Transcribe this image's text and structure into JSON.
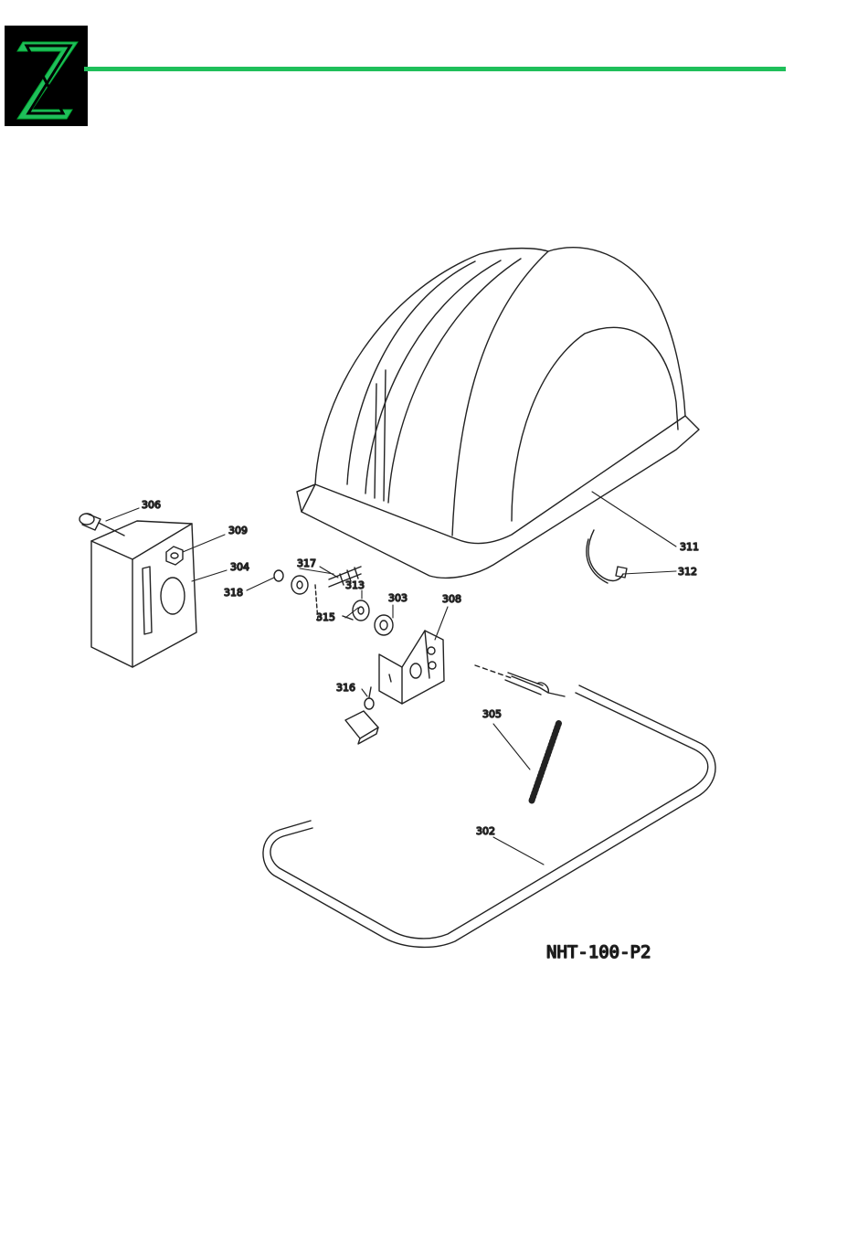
{
  "colors": {
    "logo_bg": "#000000",
    "logo_mark": "#1fbf5a",
    "rule": "#1fbf5a",
    "line": "#222222"
  },
  "drawing_code": "NHT-100-P2",
  "parts": {
    "p302": "302",
    "p303": "303",
    "p304": "304",
    "p305": "305",
    "p306": "306",
    "p308": "308",
    "p309": "309",
    "p311": "311",
    "p312": "312",
    "p313": "313",
    "p315": "315",
    "p316": "316",
    "p317": "317",
    "p318": "318"
  }
}
